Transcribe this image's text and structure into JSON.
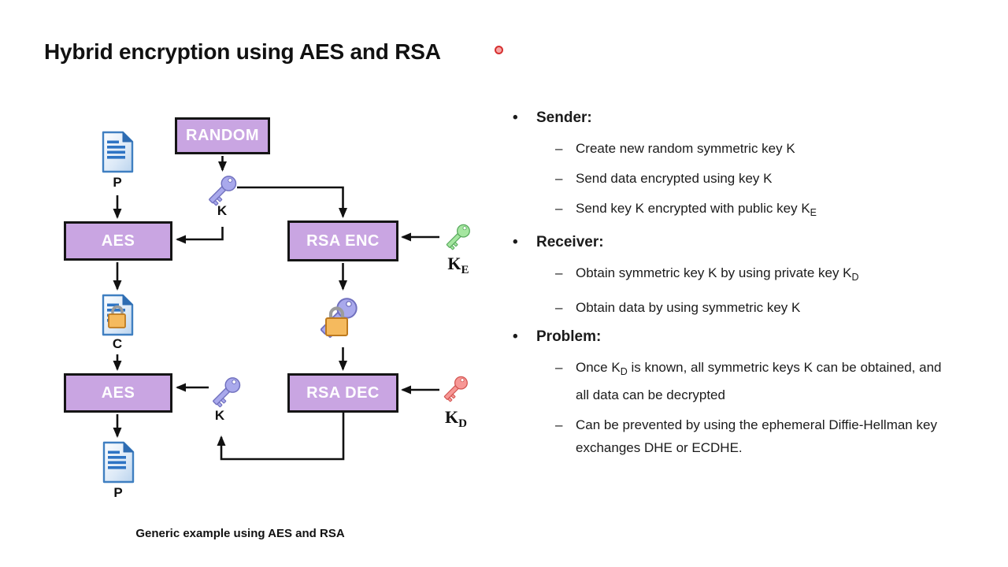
{
  "slide": {
    "title": "Hybrid encryption using AES and RSA",
    "caption": "Generic example using AES and RSA"
  },
  "diagram": {
    "boxes": {
      "random": "RANDOM",
      "aes_encrypt": "AES",
      "rsa_encrypt": "RSA ENC",
      "aes_decrypt": "AES",
      "rsa_decrypt": "RSA DEC"
    },
    "labels": {
      "plaintext_top": "P",
      "session_key_top": "K",
      "ciphertext": "C",
      "session_key_bottom": "K",
      "plaintext_bottom": "P",
      "public_key_base": "K",
      "public_key_sub": "E",
      "private_key_base": "K",
      "private_key_sub": "D"
    }
  },
  "glyphs": {
    "bullet": "•",
    "dash": "–"
  },
  "colors": {
    "box_fill": "#C9A5E2",
    "box_border": "#151515",
    "key_purple": "#A9A9EC",
    "key_green": "#A5E6A0",
    "key_red": "#F79795",
    "lock_body": "#F5BA5E",
    "laser_red": "#D63131"
  },
  "bullets": [
    {
      "heading": "Sender:",
      "items": [
        {
          "segments": [
            {
              "t": "Create new random symmetric key K"
            }
          ]
        },
        {
          "segments": [
            {
              "t": "Send data encrypted using key K"
            }
          ]
        },
        {
          "segments": [
            {
              "t": "Send key K encrypted with public key K"
            },
            {
              "t": "E",
              "sub": true
            }
          ]
        }
      ]
    },
    {
      "heading": "Receiver:",
      "items": [
        {
          "segments": [
            {
              "t": "Obtain symmetric key K by using private key K"
            },
            {
              "t": "D",
              "sub": true
            }
          ]
        },
        {
          "segments": [
            {
              "t": "Obtain data by using symmetric key K"
            }
          ]
        }
      ]
    },
    {
      "heading": "Problem:",
      "items": [
        {
          "segments": [
            {
              "t": "Once K"
            },
            {
              "t": "D",
              "sub": true
            },
            {
              "t": " is known, all symmetric keys K can be obtained, and all data can be decrypted"
            }
          ]
        },
        {
          "segments": [
            {
              "t": "Can be prevented by using the ephemeral Diffie-Hellman key exchanges DHE or ECDHE."
            }
          ]
        }
      ]
    }
  ]
}
